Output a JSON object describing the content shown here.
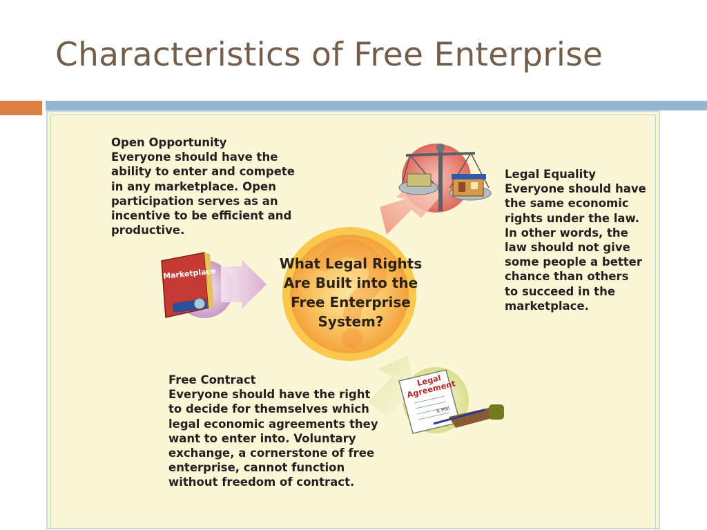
{
  "slide": {
    "title": "Characteristics of Free Enterprise"
  },
  "diagram": {
    "center_question": "What Legal Rights\nAre Built into the\nFree Enterprise\nSystem?",
    "blocks": {
      "open_opportunity": {
        "heading": "Open Opportunity",
        "body": "Everyone should have the\nability to enter and compete\nin any marketplace. Open\nparticipation serves as an\nincentive to be efficient and\nproductive."
      },
      "legal_equality": {
        "heading": "Legal Equality",
        "body": "Everyone should have\nthe same economic\nrights under the law.\nIn other words, the\nlaw should not give\nsome people a better\nchance than others\nto succeed in the\nmarketplace."
      },
      "free_contract": {
        "heading": "Free Contract",
        "body": "Everyone should have the right\nto decide for themselves which\nlegal economic agreements they\nwant to enter into. Voluntary\nexchange, a cornerstone of free\nenterprise, cannot function\nwithout freedom of contract."
      }
    },
    "illustrations": {
      "book_label": "Marketplace",
      "document_label": "Legal\nAgreement",
      "document_signature": "X Phil"
    },
    "icons": [
      "scales-icon",
      "marketplace-book-icon",
      "legal-agreement-icon",
      "question-mark-icon"
    ],
    "colors": {
      "title": "#735e4c",
      "accent_orange": "#dd8047",
      "accent_blue": "#94b6d2",
      "panel_background": "#fbf6d5",
      "center_circle": "#f6a640"
    }
  }
}
